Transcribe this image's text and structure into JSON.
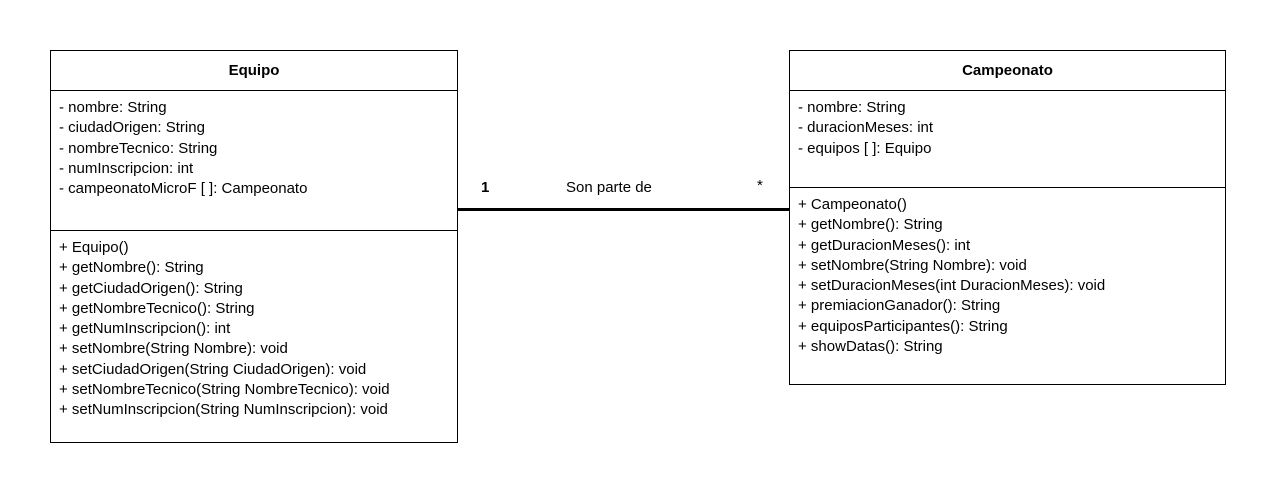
{
  "classes": {
    "equipo": {
      "name": "Equipo",
      "attributes": [
        "- nombre: String",
        "- ciudadOrigen: String",
        "- nombreTecnico: String",
        "- numInscripcion: int",
        "- campeonatoMicroF [ ]: Campeonato"
      ],
      "methods": [
        "+ Equipo()",
        "+ getNombre(): String",
        "+ getCiudadOrigen(): String",
        "+ getNombreTecnico(): String",
        "+ getNumInscripcion(): int",
        "+ setNombre(String Nombre): void",
        "+ setCiudadOrigen(String CiudadOrigen): void",
        "+ setNombreTecnico(String NombreTecnico): void",
        "+ setNumInscripcion(String NumInscripcion): void"
      ]
    },
    "campeonato": {
      "name": "Campeonato",
      "attributes": [
        "- nombre: String",
        "- duracionMeses: int",
        "- equipos [ ]: Equipo"
      ],
      "methods": [
        "+ Campeonato()",
        "+ getNombre(): String",
        "+ getDuracionMeses(): int",
        "+ setNombre(String Nombre): void",
        "+ setDuracionMeses(int DuracionMeses): void",
        "+ premiacionGanador(): String",
        "+ equiposParticipantes(): String",
        "+ showDatas(): String"
      ]
    }
  },
  "association": {
    "label": "Son parte de",
    "source_multiplicity": "1",
    "target_multiplicity": "*"
  }
}
